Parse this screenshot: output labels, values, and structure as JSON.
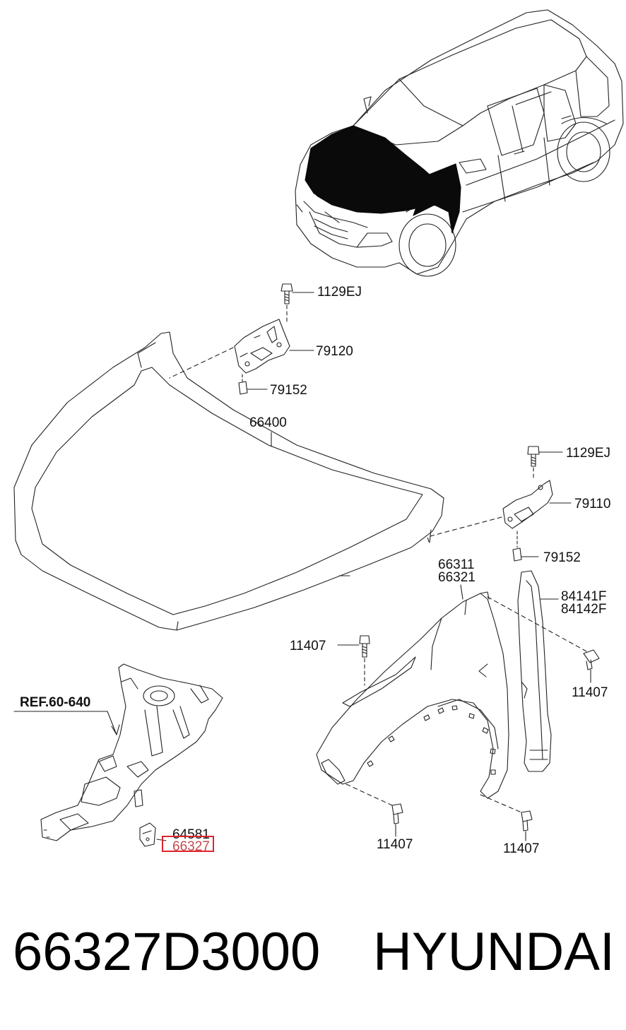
{
  "parts": {
    "bolt_hinge_lh": "1129EJ",
    "hinge_lh": "79120",
    "nut_hinge_lh": "79152",
    "hood": "66400",
    "bolt_hinge_rh": "1129EJ",
    "hinge_rh": "79110",
    "nut_hinge_rh": "79152",
    "fender_lh": "66311",
    "fender_rh": "66321",
    "insulator_lh": "84141F",
    "insulator_rh": "84142F",
    "bolt_fender_top": "11407",
    "bolt_fender_side": "11407",
    "bolt_fender_lower_front": "11407",
    "bolt_fender_lower_rear": "11407",
    "ref_apron": "REF.60-640",
    "bracket_a": "64581",
    "bracket_highlight": "66327"
  },
  "footer": {
    "part_number": "66327D3000",
    "brand": "HYUNDAI"
  },
  "colors": {
    "highlight": "#e0242c",
    "line": "#222222",
    "car_panel": "#0a0a0a"
  }
}
